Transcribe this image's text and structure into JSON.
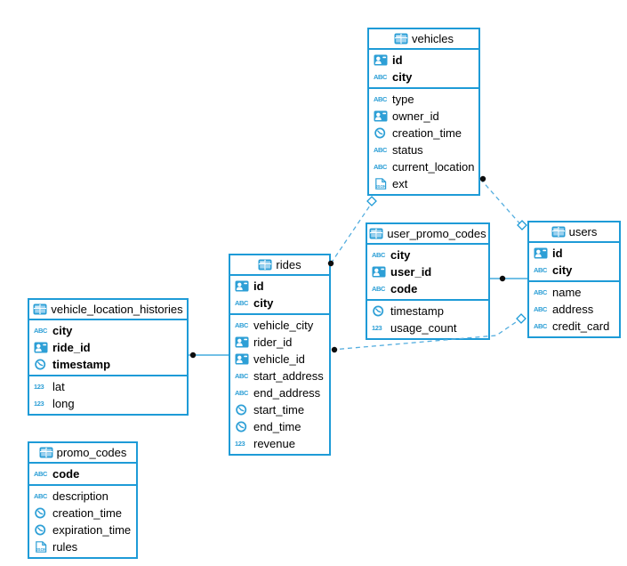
{
  "colors": {
    "accent": "#1E9BD7",
    "icon_blue": "#2D9FD6",
    "relation_dashed": "#55AEDF",
    "relation_solid": "#1E9BD7",
    "relation_dot": "#0d0d0d",
    "background": "#ffffff"
  },
  "icon_labels": {
    "string": "ABC",
    "number": "123",
    "json": "JSON"
  },
  "entities": [
    {
      "name": "vehicles",
      "pk": [
        {
          "name": "id",
          "type": "uuid"
        },
        {
          "name": "city",
          "type": "string"
        }
      ],
      "columns": [
        {
          "name": "type",
          "type": "string"
        },
        {
          "name": "owner_id",
          "type": "uuid"
        },
        {
          "name": "creation_time",
          "type": "timestamp"
        },
        {
          "name": "status",
          "type": "string"
        },
        {
          "name": "current_location",
          "type": "string"
        },
        {
          "name": "ext",
          "type": "json"
        }
      ]
    },
    {
      "name": "user_promo_codes",
      "pk": [
        {
          "name": "city",
          "type": "string"
        },
        {
          "name": "user_id",
          "type": "uuid"
        },
        {
          "name": "code",
          "type": "string"
        }
      ],
      "columns": [
        {
          "name": "timestamp",
          "type": "timestamp"
        },
        {
          "name": "usage_count",
          "type": "number"
        }
      ]
    },
    {
      "name": "users",
      "pk": [
        {
          "name": "id",
          "type": "uuid"
        },
        {
          "name": "city",
          "type": "string"
        }
      ],
      "columns": [
        {
          "name": "name",
          "type": "string"
        },
        {
          "name": "address",
          "type": "string"
        },
        {
          "name": "credit_card",
          "type": "string"
        }
      ]
    },
    {
      "name": "rides",
      "pk": [
        {
          "name": "id",
          "type": "uuid"
        },
        {
          "name": "city",
          "type": "string"
        }
      ],
      "columns": [
        {
          "name": "vehicle_city",
          "type": "string"
        },
        {
          "name": "rider_id",
          "type": "uuid"
        },
        {
          "name": "vehicle_id",
          "type": "uuid"
        },
        {
          "name": "start_address",
          "type": "string"
        },
        {
          "name": "end_address",
          "type": "string"
        },
        {
          "name": "start_time",
          "type": "timestamp"
        },
        {
          "name": "end_time",
          "type": "timestamp"
        },
        {
          "name": "revenue",
          "type": "number"
        }
      ]
    },
    {
      "name": "vehicle_location_histories",
      "pk": [
        {
          "name": "city",
          "type": "string"
        },
        {
          "name": "ride_id",
          "type": "uuid"
        },
        {
          "name": "timestamp",
          "type": "timestamp"
        }
      ],
      "columns": [
        {
          "name": "lat",
          "type": "number"
        },
        {
          "name": "long",
          "type": "number"
        }
      ]
    },
    {
      "name": "promo_codes",
      "pk": [
        {
          "name": "code",
          "type": "string"
        }
      ],
      "columns": [
        {
          "name": "description",
          "type": "string"
        },
        {
          "name": "creation_time",
          "type": "timestamp"
        },
        {
          "name": "expiration_time",
          "type": "timestamp"
        },
        {
          "name": "rules",
          "type": "json"
        }
      ]
    }
  ],
  "relations": [
    {
      "from": "rides",
      "to": "vehicles",
      "style": "dashed"
    },
    {
      "from": "vehicles",
      "to": "users",
      "style": "dashed"
    },
    {
      "from": "user_promo_codes",
      "to": "users",
      "style": "solid"
    },
    {
      "from": "rides",
      "to": "users",
      "style": "dashed"
    },
    {
      "from": "vehicle_location_histories",
      "to": "rides",
      "style": "solid"
    }
  ]
}
